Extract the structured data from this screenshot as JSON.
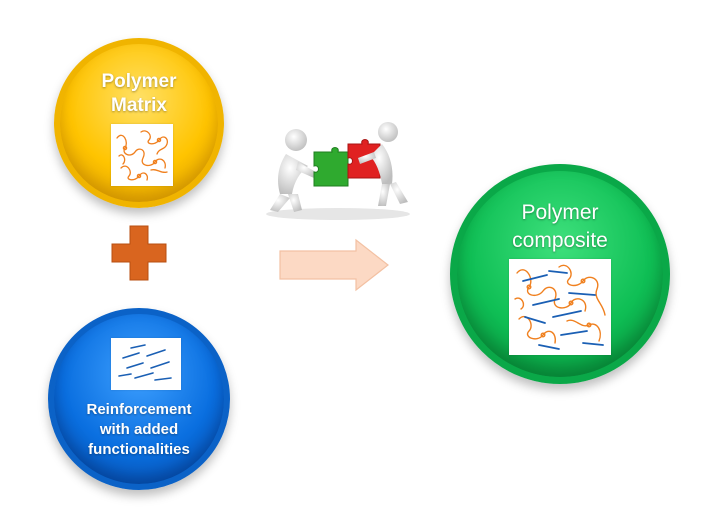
{
  "nodes": {
    "matrix": {
      "label": "Polymer\nMatrix",
      "color": "#ffc400"
    },
    "reinforcement": {
      "label": "Reinforcement\nwith added\nfunctionalities",
      "color": "#0a6fe0"
    },
    "composite": {
      "label": "Polymer\ncomposite",
      "color": "#0fbf55"
    }
  },
  "operators": {
    "plus_color": "#d9651f",
    "arrow_color": "#fcd9c4"
  },
  "colors": {
    "polymer_chain": "#f0801f",
    "fiber": "#1a5fb4",
    "puzzle_green": "#2faa2f",
    "puzzle_red": "#e02121"
  },
  "icons": [
    "polymer-chain-icon",
    "reinforcement-fibers-icon",
    "composite-mix-icon",
    "puzzle-figures-icon"
  ]
}
